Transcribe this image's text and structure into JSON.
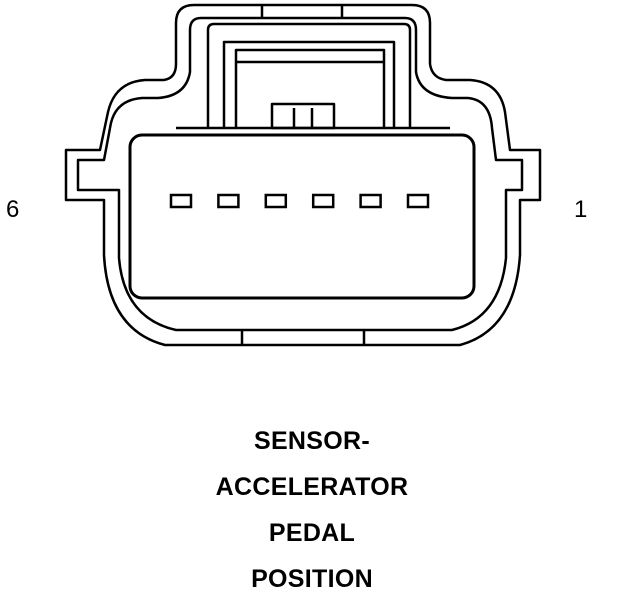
{
  "connector": {
    "pin_count": 6,
    "pin_left_label": "6",
    "pin_right_label": "1",
    "stroke_color": "#000000",
    "background_color": "#ffffff"
  },
  "caption": {
    "lines": [
      "SENSOR-",
      "ACCELERATOR",
      "PEDAL",
      "POSITION"
    ]
  }
}
